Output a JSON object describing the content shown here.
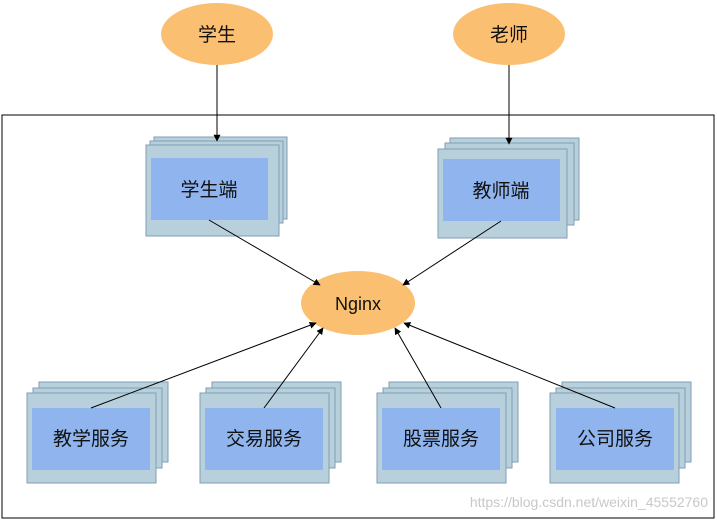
{
  "diagram": {
    "users": {
      "student": "学生",
      "teacher": "老师"
    },
    "clients": {
      "student": "学生端",
      "teacher": "教师端"
    },
    "gateway": "Nginx",
    "services": {
      "teaching": "教学服务",
      "trading": "交易服务",
      "stock": "股票服务",
      "company": "公司服务"
    }
  },
  "watermark": "https://blog.csdn.net/weixin_45552760",
  "colors": {
    "ellipse_fill": "#fbbf72",
    "stack_fill": "#b8d0dc",
    "stack_stroke": "#7f9eb2",
    "inner_fill": "#8fb4ee",
    "line": "#000000"
  }
}
